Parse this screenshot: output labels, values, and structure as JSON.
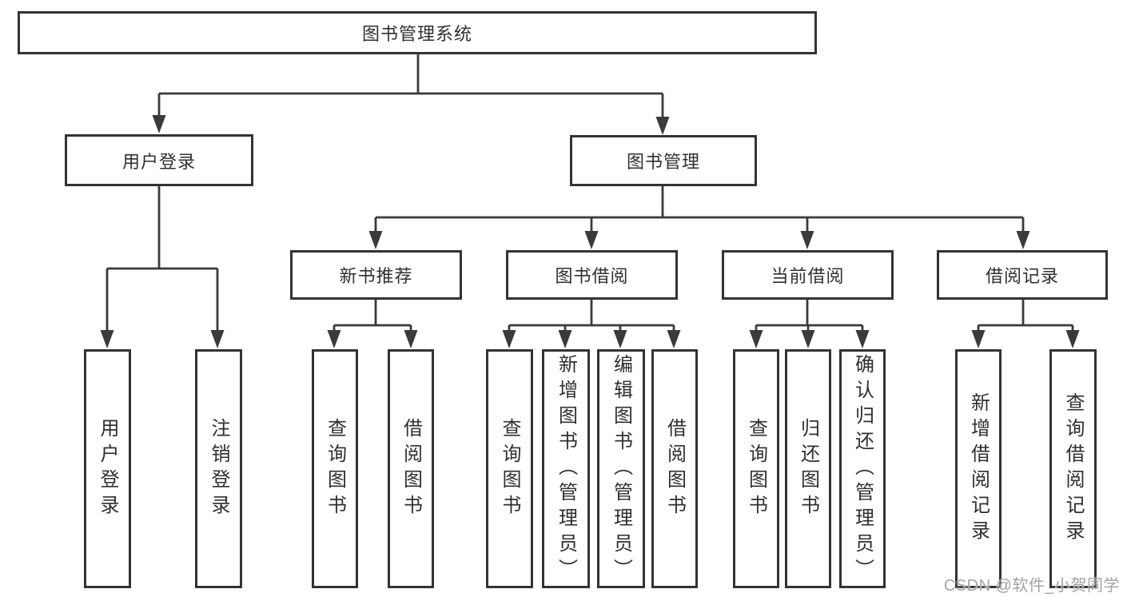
{
  "diagram": {
    "type": "hierarchy-tree",
    "root": {
      "label": "图书管理系统",
      "children": [
        {
          "label": "用户登录",
          "children": [
            {
              "label": "用户登录"
            },
            {
              "label": "注销登录"
            }
          ]
        },
        {
          "label": "图书管理",
          "children": [
            {
              "label": "新书推荐",
              "children": [
                {
                  "label": "查询图书"
                },
                {
                  "label": "借阅图书"
                }
              ]
            },
            {
              "label": "图书借阅",
              "children": [
                {
                  "label": "查询图书"
                },
                {
                  "label": "新增图书（管理员）"
                },
                {
                  "label": "编辑图书（管理员）"
                },
                {
                  "label": "借阅图书"
                }
              ]
            },
            {
              "label": "当前借阅",
              "children": [
                {
                  "label": "查询图书"
                },
                {
                  "label": "归还图书"
                },
                {
                  "label": "确认归还（管理员）"
                }
              ]
            },
            {
              "label": "借阅记录",
              "children": [
                {
                  "label": "新增借阅记录"
                },
                {
                  "label": "查询借阅记录"
                }
              ]
            }
          ]
        }
      ]
    }
  },
  "watermark": {
    "text": "CSDN @软件_小贺同学",
    "color": "#a3a3a3"
  },
  "colors": {
    "background": "#ffffff",
    "box_border": "#333333",
    "box_fill": "#ffffff",
    "connector_line": "#3a3a3a",
    "text": "#2f2f2f",
    "watermark": "#a3a3a3"
  }
}
